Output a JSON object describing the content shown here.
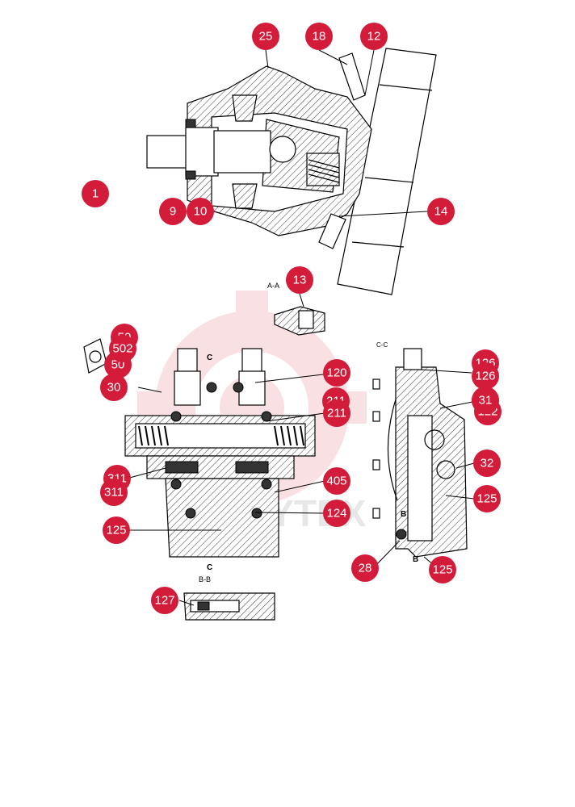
{
  "diagram": {
    "watermark": "HYTEX",
    "section_labels": {
      "aa": "A-A",
      "bb": "B-B",
      "cc": "C-C",
      "c_top": "C",
      "c_bottom": "C",
      "b_upper": "B",
      "b_lower": "B"
    },
    "callouts": [
      {
        "id": "c1",
        "label": "1"
      },
      {
        "id": "c9",
        "label": "9"
      },
      {
        "id": "c10",
        "label": "10"
      },
      {
        "id": "c12",
        "label": "12"
      },
      {
        "id": "c13",
        "label": "13"
      },
      {
        "id": "c14",
        "label": "14"
      },
      {
        "id": "c18",
        "label": "18"
      },
      {
        "id": "c25",
        "label": "25"
      },
      {
        "id": "c28",
        "label": "28"
      },
      {
        "id": "c30",
        "label": "30"
      },
      {
        "id": "c31",
        "label": "31"
      },
      {
        "id": "c32",
        "label": "32"
      },
      {
        "id": "c50",
        "label": "50"
      },
      {
        "id": "c120",
        "label": "120"
      },
      {
        "id": "c122",
        "label": "122"
      },
      {
        "id": "c124",
        "label": "124"
      },
      {
        "id": "c125a",
        "label": "125"
      },
      {
        "id": "c125b",
        "label": "125"
      },
      {
        "id": "c125c",
        "label": "125"
      },
      {
        "id": "c126",
        "label": "126"
      },
      {
        "id": "c127",
        "label": "127"
      },
      {
        "id": "c211",
        "label": "211"
      },
      {
        "id": "c311",
        "label": "311"
      },
      {
        "id": "c405",
        "label": "405"
      },
      {
        "id": "c502",
        "label": "502"
      }
    ],
    "colors": {
      "badge": "#d31c3a",
      "watermark": "#f3c7cd"
    }
  }
}
